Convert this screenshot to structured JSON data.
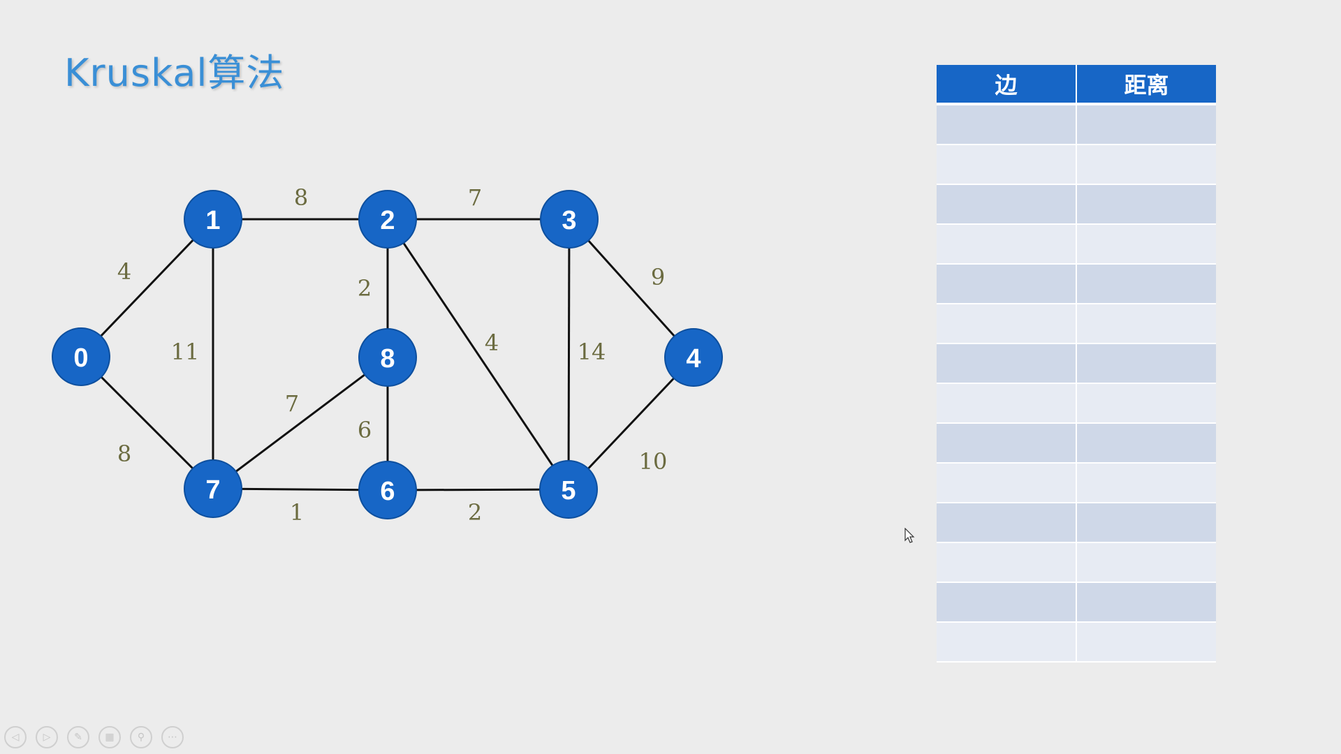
{
  "slide": {
    "title": "Kruskal算法"
  },
  "graph": {
    "nodes": [
      {
        "id": "0",
        "label": "0"
      },
      {
        "id": "1",
        "label": "1"
      },
      {
        "id": "2",
        "label": "2"
      },
      {
        "id": "3",
        "label": "3"
      },
      {
        "id": "4",
        "label": "4"
      },
      {
        "id": "5",
        "label": "5"
      },
      {
        "id": "6",
        "label": "6"
      },
      {
        "id": "7",
        "label": "7"
      },
      {
        "id": "8",
        "label": "8"
      }
    ],
    "edges": [
      {
        "from": "0",
        "to": "1",
        "weight": "4"
      },
      {
        "from": "0",
        "to": "7",
        "weight": "8"
      },
      {
        "from": "1",
        "to": "2",
        "weight": "8"
      },
      {
        "from": "1",
        "to": "7",
        "weight": "11"
      },
      {
        "from": "2",
        "to": "3",
        "weight": "7"
      },
      {
        "from": "2",
        "to": "8",
        "weight": "2"
      },
      {
        "from": "2",
        "to": "5",
        "weight": "4"
      },
      {
        "from": "3",
        "to": "4",
        "weight": "9"
      },
      {
        "from": "3",
        "to": "5",
        "weight": "14"
      },
      {
        "from": "4",
        "to": "5",
        "weight": "10"
      },
      {
        "from": "7",
        "to": "8",
        "weight": "7"
      },
      {
        "from": "8",
        "to": "6",
        "weight": "6"
      },
      {
        "from": "7",
        "to": "6",
        "weight": "1"
      },
      {
        "from": "6",
        "to": "5",
        "weight": "2"
      }
    ],
    "colors": {
      "node_fill": "#1766c6",
      "edge": "#111111",
      "weight_text": "#6b6b40"
    }
  },
  "table": {
    "headers": [
      "边",
      "距离"
    ],
    "rows": [
      [
        "",
        ""
      ],
      [
        "",
        ""
      ],
      [
        "",
        ""
      ],
      [
        "",
        ""
      ],
      [
        "",
        ""
      ],
      [
        "",
        ""
      ],
      [
        "",
        ""
      ],
      [
        "",
        ""
      ],
      [
        "",
        ""
      ],
      [
        "",
        ""
      ],
      [
        "",
        ""
      ],
      [
        "",
        ""
      ],
      [
        "",
        ""
      ],
      [
        "",
        ""
      ]
    ],
    "colors": {
      "header": "#1766c6",
      "row_odd": "#cfd8e8",
      "row_even": "#e7ebf3"
    }
  },
  "toolbar": {
    "buttons": [
      {
        "name": "prev-slide-button",
        "icon": "◁"
      },
      {
        "name": "next-slide-button",
        "icon": "▷"
      },
      {
        "name": "pen-tool-button",
        "icon": "✎"
      },
      {
        "name": "slide-overview-button",
        "icon": "▦"
      },
      {
        "name": "zoom-button",
        "icon": "⚲"
      },
      {
        "name": "more-options-button",
        "icon": "⋯"
      }
    ]
  }
}
